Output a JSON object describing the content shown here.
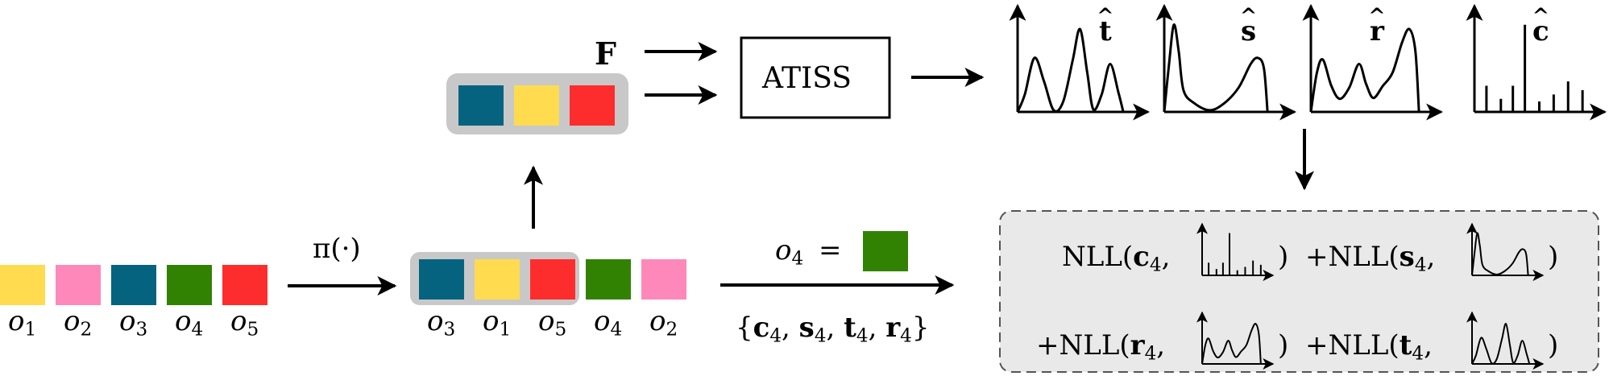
{
  "colors": {
    "teal": "#05637f",
    "yellow": "#fedb4f",
    "red": "#fe2d2d",
    "green": "#318203",
    "pink": "#fe88b9",
    "group_bg": "#c8c8c8",
    "nll_bg": "#e9e9e9"
  },
  "sequence_left": {
    "objects": [
      {
        "name": "o",
        "sub": "1",
        "color": "yellow"
      },
      {
        "name": "o",
        "sub": "2",
        "color": "pink"
      },
      {
        "name": "o",
        "sub": "3",
        "color": "teal"
      },
      {
        "name": "o",
        "sub": "4",
        "color": "green"
      },
      {
        "name": "o",
        "sub": "5",
        "color": "red"
      }
    ]
  },
  "permutation_label": "π(·)",
  "sequence_permuted": {
    "objects": [
      {
        "name": "o",
        "sub": "3",
        "color": "teal"
      },
      {
        "name": "o",
        "sub": "1",
        "color": "yellow"
      },
      {
        "name": "o",
        "sub": "5",
        "color": "red"
      },
      {
        "name": "o",
        "sub": "4",
        "color": "green"
      },
      {
        "name": "o",
        "sub": "2",
        "color": "pink"
      }
    ]
  },
  "context_label": "F",
  "model_label": "ATISS",
  "target": {
    "object": "o",
    "sub": "4",
    "equals": "=",
    "color": "green",
    "attributes_open": "{",
    "attributes": [
      {
        "sym": "c",
        "sub": "4"
      },
      {
        "sym": "s",
        "sub": "4"
      },
      {
        "sym": "t",
        "sub": "4"
      },
      {
        "sym": "r",
        "sub": "4"
      }
    ],
    "attributes_close": "}"
  },
  "distributions": [
    {
      "sym": "t",
      "kind": "curve-t"
    },
    {
      "sym": "s",
      "kind": "curve-s"
    },
    {
      "sym": "r",
      "kind": "curve-r"
    },
    {
      "sym": "c",
      "kind": "bars-c"
    }
  ],
  "nll_terms": [
    {
      "prefix": "",
      "fn": "NLL(",
      "sym": "c",
      "sub": "4",
      "close": ")",
      "kind": "bars-c"
    },
    {
      "prefix": "+",
      "fn": "NLL(",
      "sym": "s",
      "sub": "4",
      "close": ")",
      "kind": "curve-s"
    },
    {
      "prefix": "+",
      "fn": "NLL(",
      "sym": "r",
      "sub": "4",
      "close": ")",
      "kind": "curve-r"
    },
    {
      "prefix": "+",
      "fn": "NLL(",
      "sym": "t",
      "sub": "4",
      "close": ")",
      "kind": "curve-t"
    }
  ]
}
